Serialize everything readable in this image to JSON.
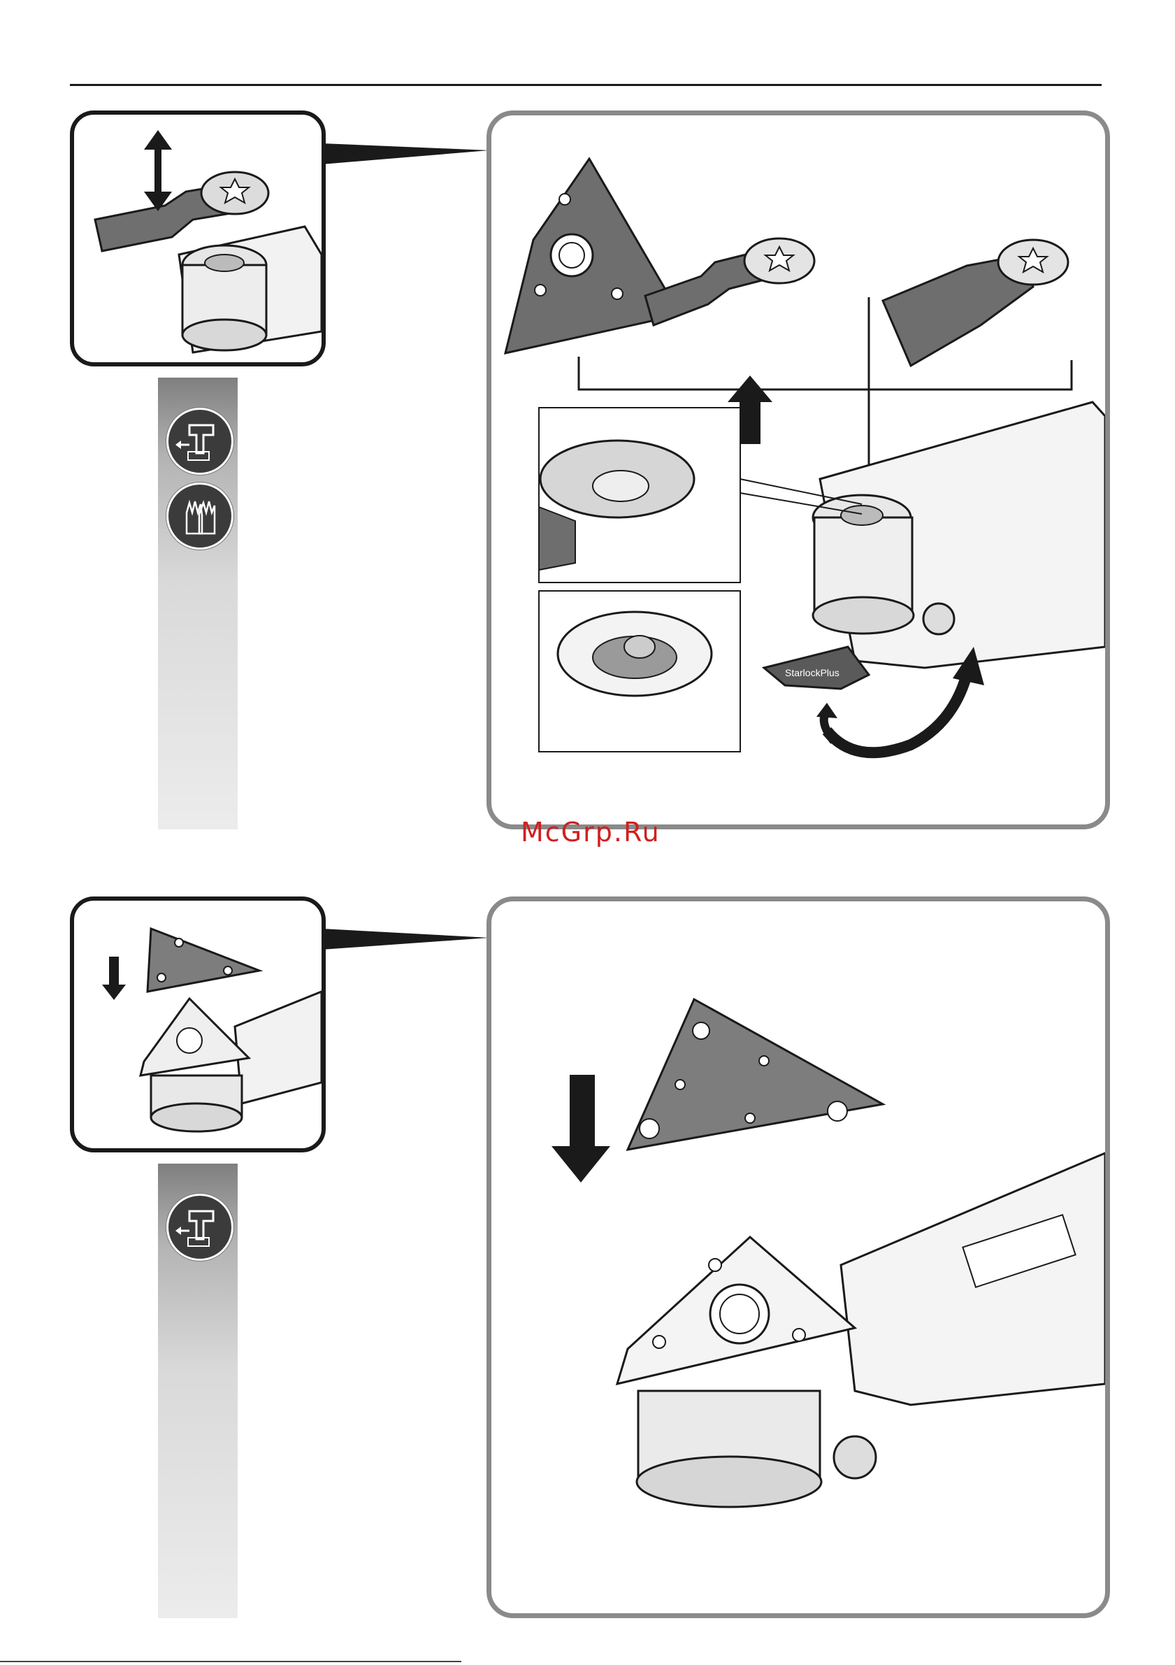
{
  "watermark": {
    "text": "McGrp.Ru"
  },
  "step1": {
    "icons": [
      "remove-battery-icon",
      "gloves-icon"
    ],
    "accessories": [
      "sanding-pad",
      "plunge-blade",
      "wide-blade"
    ],
    "lever_label": "StarlockPlus"
  },
  "step2": {
    "icons": [
      "remove-battery-icon"
    ],
    "accessories": [
      "sanding-sheet",
      "sanding-pad"
    ]
  },
  "colors": {
    "panel_border": "#8a8a8a",
    "ink": "#1a1a1a",
    "accent_red": "#d01f1f",
    "part_gray": "#7d7d7d"
  }
}
